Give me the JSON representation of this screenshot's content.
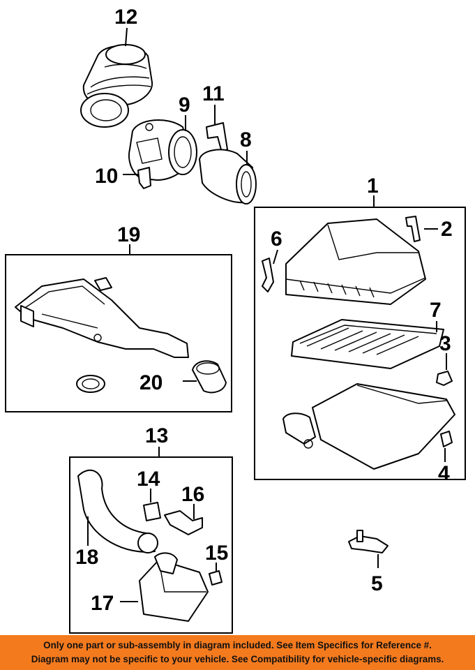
{
  "callouts": {
    "c1": "1",
    "c2": "2",
    "c3": "3",
    "c4": "4",
    "c5": "5",
    "c6": "6",
    "c7": "7",
    "c8": "8",
    "c9": "9",
    "c10": "10",
    "c11": "11",
    "c12": "12",
    "c13": "13",
    "c14": "14",
    "c15": "15",
    "c16": "16",
    "c17": "17",
    "c18": "18",
    "c19": "19",
    "c20": "20"
  },
  "disclaimer": {
    "line1": "Only one part or sub-assembly in diagram included. See Item Specifics for Reference #.",
    "line2": "Diagram may not be specific to your vehicle. See Compatibility for vehicle-specific diagrams."
  },
  "colors": {
    "banner": "#f47a1e",
    "line": "#000000"
  }
}
